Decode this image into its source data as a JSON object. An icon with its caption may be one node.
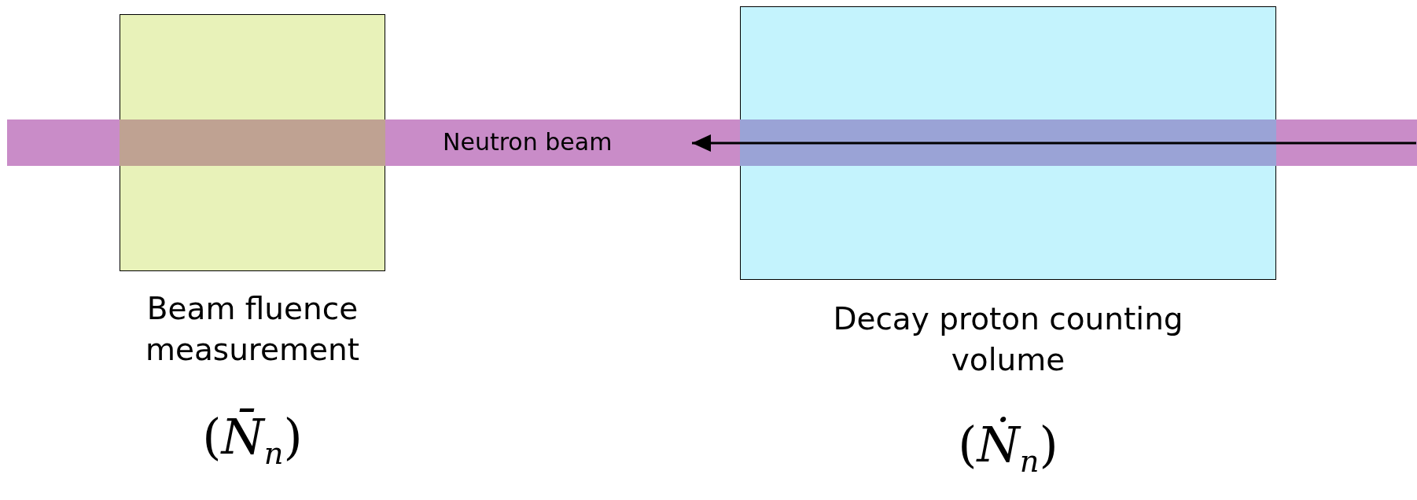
{
  "diagram": {
    "nodes": [
      {
        "text": [
          "Beam fluence measurement"
        ],
        "beside": [
          "(*N̄*$_{n}$)"
        ]
      },
      {
        "text": [
          "Decay proton counting volume"
        ],
        "beside": [
          "(*Ṅ*$_{n}$)"
        ]
      },
      {
        "text": [
          "Neutron beam"
        ]
      }
    ],
    "edges": []
  }
}
